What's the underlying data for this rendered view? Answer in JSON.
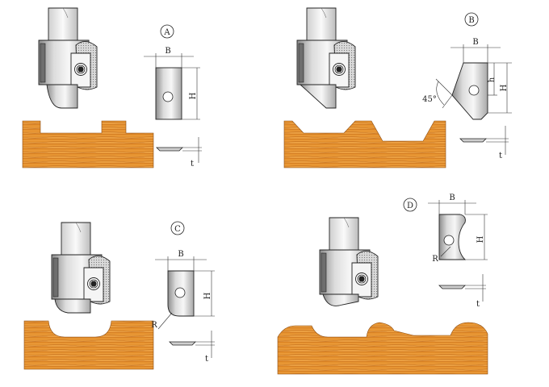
{
  "panels": [
    {
      "id": "A",
      "badge": "A",
      "width_label": "B",
      "height_label": "H",
      "thickness_label": "t"
    },
    {
      "id": "B",
      "badge": "B",
      "width_label": "B",
      "height_label": "H",
      "small_label": "h",
      "angle_label": "45°",
      "thickness_label": "t"
    },
    {
      "id": "C",
      "badge": "C",
      "width_label": "B",
      "height_label": "H",
      "radius_label": "R",
      "thickness_label": "t"
    },
    {
      "id": "D",
      "badge": "D",
      "width_label": "B",
      "height_label": "H",
      "radius_label": "R",
      "thickness_label": "t"
    }
  ],
  "colors": {
    "wood_base": "#e8922a",
    "wood_grain": "#b5651d",
    "wood_light": "#f4b35a",
    "metal_light": "#f2f2f2",
    "metal_shade": "#9a9a9a"
  }
}
